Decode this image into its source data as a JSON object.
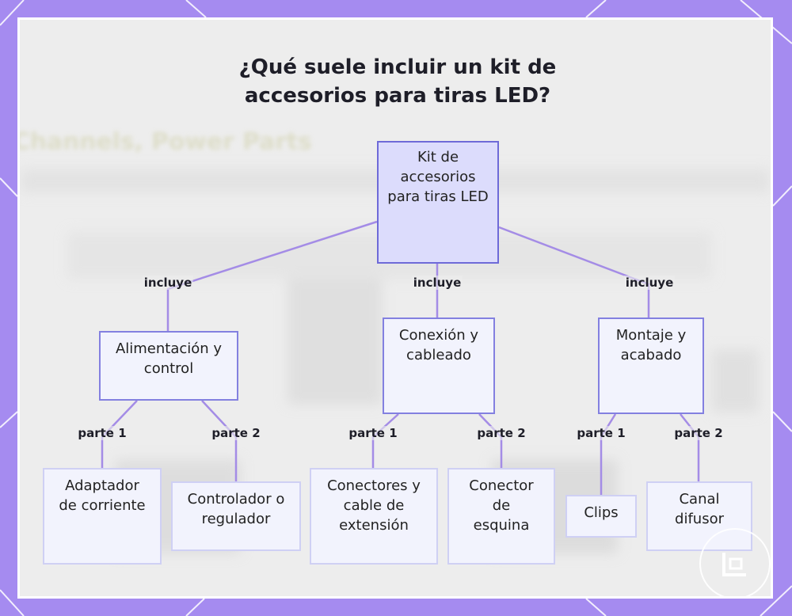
{
  "title": {
    "line1": "¿Qué suele incluir un kit de",
    "line2": "accesorios para tiras LED?"
  },
  "nodes": {
    "root": "Kit de accesorios para tiras LED",
    "power": "Alimentación y control",
    "connection": "Conexión y cableado",
    "mounting": "Montaje y acabado",
    "adapter": "Adaptador de corriente",
    "controller": "Controlador o regulador",
    "connectors": "Conectores y cable de extensión",
    "corner": "Conector de esquina",
    "clips": "Clips",
    "diffuser": "Canal difusor"
  },
  "edge_labels": {
    "includes_power": "incluye",
    "includes_connection": "incluye",
    "includes_mounting": "incluye",
    "power_part1": "parte 1",
    "power_part2": "parte 2",
    "connection_part1": "parte 1",
    "connection_part2": "parte 2",
    "mounting_part1": "parte 1",
    "mounting_part2": "parte 2"
  },
  "background_text": "Channels, Power Parts",
  "colors": {
    "frame": "#a58bf0",
    "edge": "#a48ce6",
    "root_fill": "#dcdcfc",
    "node_fill": "#f2f3fd"
  }
}
